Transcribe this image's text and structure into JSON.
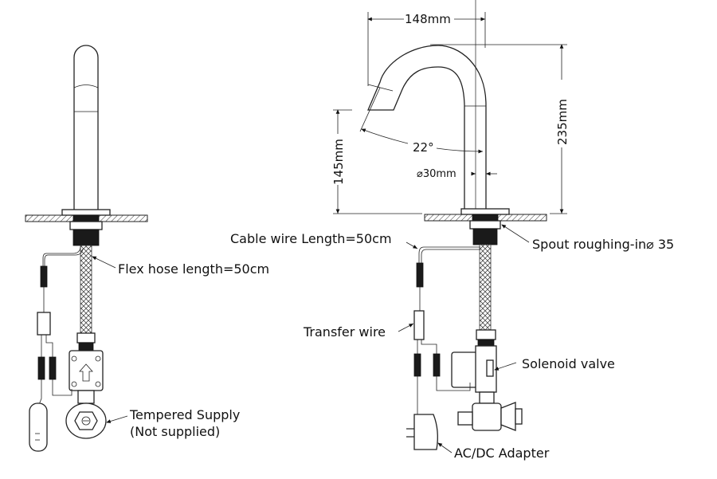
{
  "diagram": {
    "title": "Sensor faucet installation drawing",
    "dimensions": {
      "spout_reach": "148mm",
      "total_height": "235mm",
      "spout_outlet_height": "145mm",
      "spout_angle": "22°",
      "body_diameter": "⌀30mm"
    },
    "labels": {
      "flex_hose": "Flex hose length=50cm",
      "tempered_supply_line1": "Tempered Supply",
      "tempered_supply_line2": "(Not supplied)",
      "cable_wire": "Cable wire Length=50cm",
      "spout_roughing": "Spout roughing-in⌀ 35",
      "transfer_wire": "Transfer wire",
      "solenoid_valve": "Solenoid valve",
      "adapter": "AC/DC Adapter"
    },
    "colors": {
      "line": "#222222",
      "background": "#ffffff"
    }
  }
}
